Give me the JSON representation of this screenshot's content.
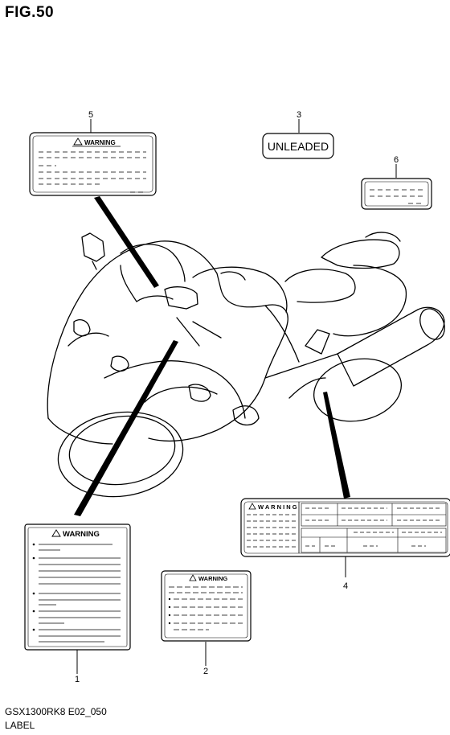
{
  "figure": {
    "title": "FIG.50",
    "code": "GSX1300RK8 E02_050",
    "subtitle": "LABEL"
  },
  "callouts": [
    {
      "number": "1"
    },
    {
      "number": "2"
    },
    {
      "number": "3"
    },
    {
      "number": "4"
    },
    {
      "number": "5"
    },
    {
      "number": "6"
    }
  ],
  "labels": {
    "warning_text": "WARNING",
    "warning_text_spaced": "W A R N I N G",
    "unleaded_text": "UNLEADED"
  }
}
